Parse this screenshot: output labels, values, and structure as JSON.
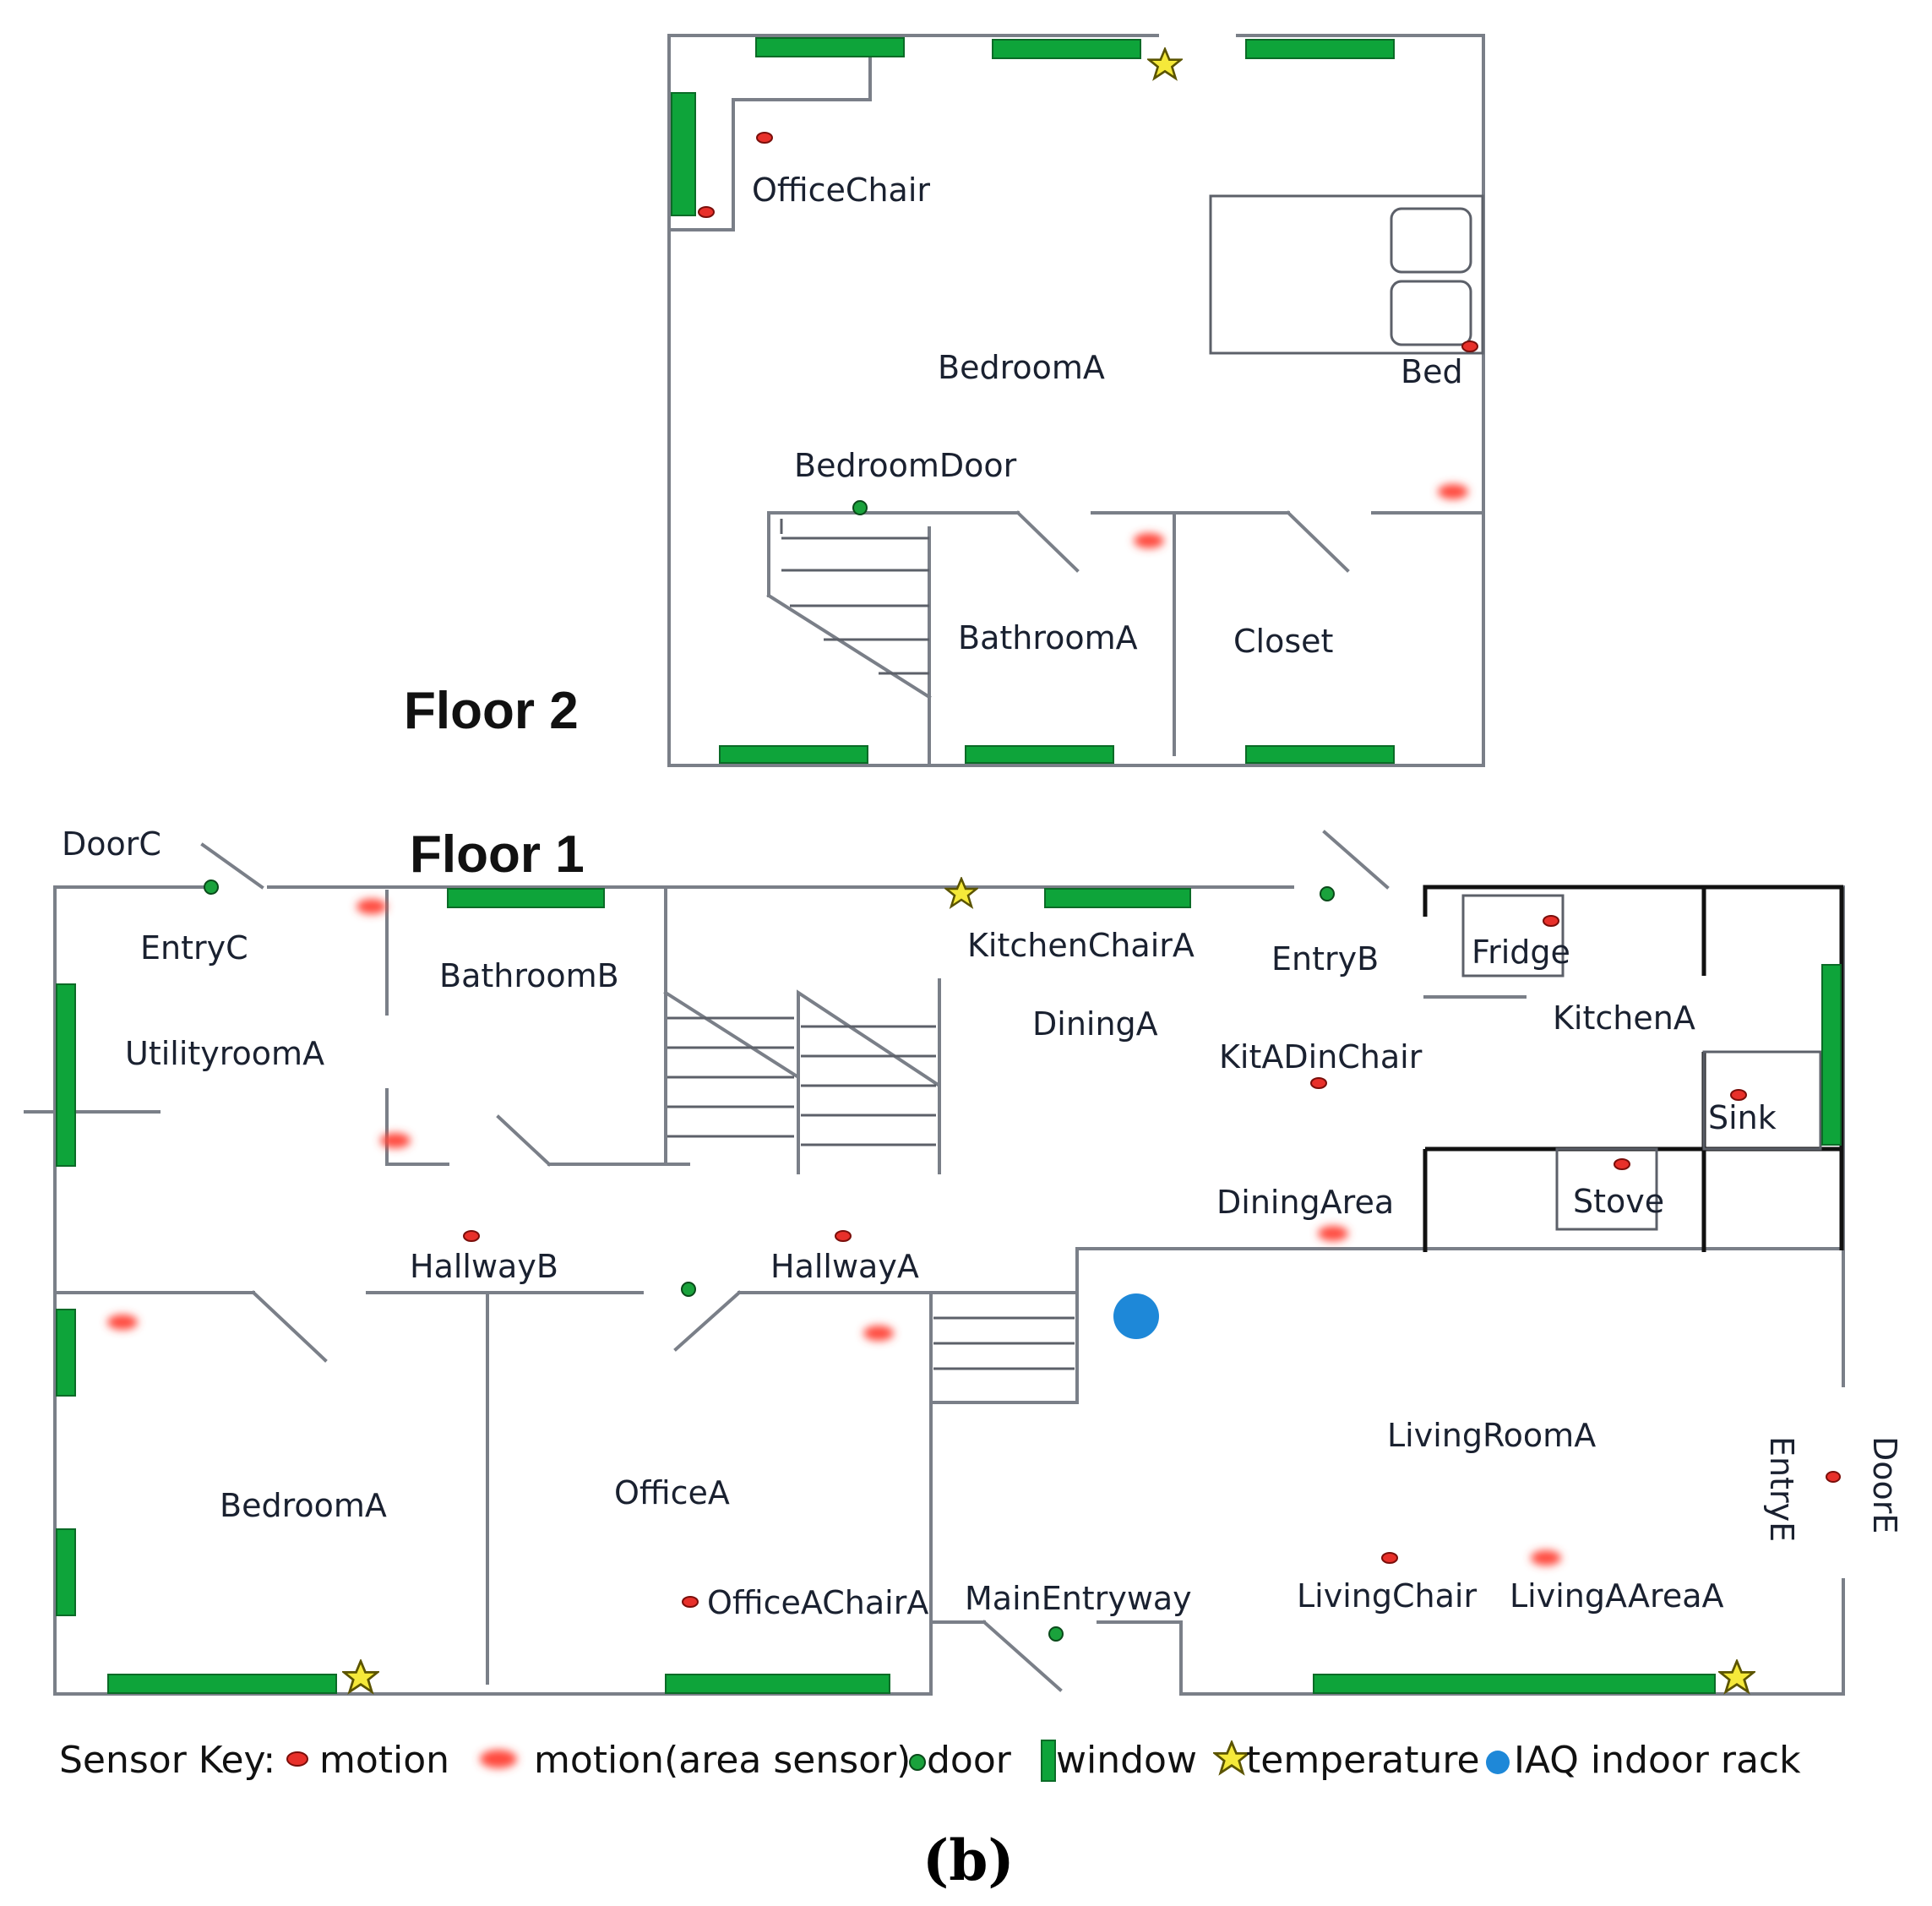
{
  "floors": {
    "floor2": "Floor 2",
    "floor1": "Floor 1"
  },
  "rooms_floor2": {
    "office_chair": "OfficeChair",
    "bedroom_a": "BedroomA",
    "bed": "Bed",
    "bedroom_door": "BedroomDoor",
    "bathroom_a": "BathroomA",
    "closet": "Closet"
  },
  "rooms_floor1": {
    "door_c": "DoorC",
    "entry_c": "EntryC",
    "utilityroom_a": "UtilityroomA",
    "bathroom_b": "BathroomB",
    "kitchen_chair_a": "KitchenChairA",
    "dining_a": "DiningA",
    "entry_b": "EntryB",
    "fridge": "Fridge",
    "kitchen_a": "KitchenA",
    "kit_a_din_chair": "KitADinChair",
    "sink": "Sink",
    "dining_area": "DiningArea",
    "stove": "Stove",
    "hallway_b": "HallwayB",
    "hallway_a": "HallwayA",
    "bedroom_a": "BedroomA",
    "office_a": "OfficeA",
    "office_a_chair_a": "OfficeAChairA",
    "main_entryway": "MainEntryway",
    "living_room_a": "LivingRoomA",
    "living_chair": "LivingChair",
    "living_a_area_a": "LivingAAreaA",
    "entry_e": "EntryE",
    "door_e": "DoorE"
  },
  "legend": {
    "title": "Sensor Key:",
    "items": [
      {
        "label": "motion",
        "icon": "motion-sensor-icon"
      },
      {
        "label": "motion(area sensor)",
        "icon": "area-motion-sensor-icon"
      },
      {
        "label": "door",
        "icon": "door-sensor-icon"
      },
      {
        "label": "window",
        "icon": "window-icon"
      },
      {
        "label": "temperature",
        "icon": "temperature-star-icon"
      },
      {
        "label": "IAQ indoor rack",
        "icon": "iaq-rack-icon"
      }
    ]
  },
  "caption": "(b)",
  "colors": {
    "window": "#0ea43a",
    "motion": "#e8302a",
    "area_motion": "#ff4a3d",
    "door_sensor": "#1aa23c",
    "temperature": "#f5e93a",
    "iaq": "#1e88d8"
  }
}
